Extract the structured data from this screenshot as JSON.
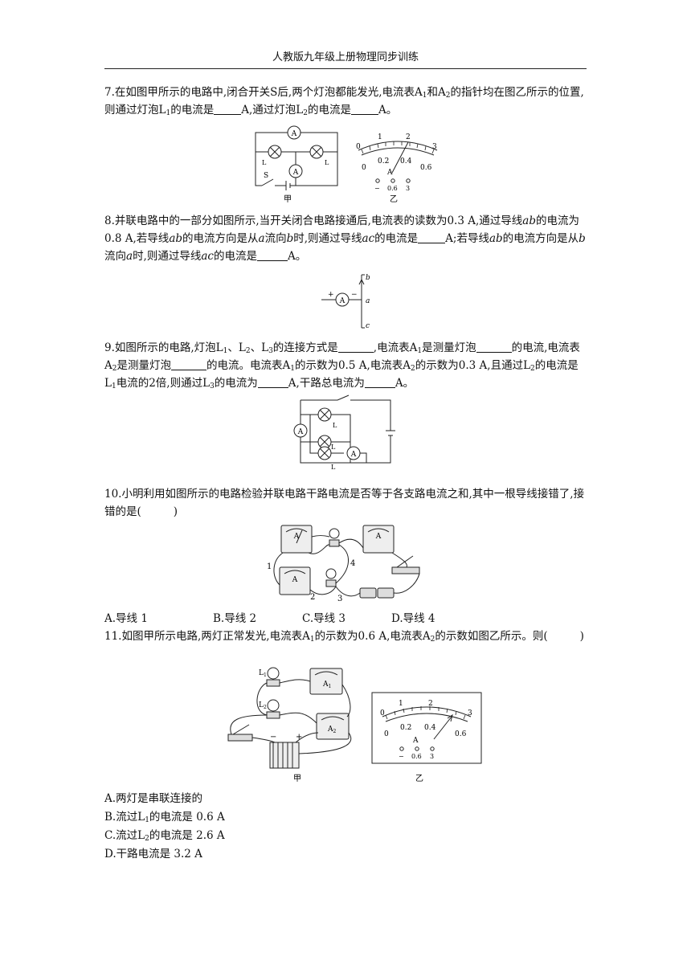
{
  "header": {
    "title": "人教版九年级上册物理同步训练"
  },
  "q7": {
    "num": "7.",
    "t1": "在如图甲所示的电路中,闭合开关S后,两个灯泡都能发光,电流表A",
    "t2": "和A",
    "t3": "的指针均在图乙所示的位置,则通过灯泡L",
    "t4": "的电流是",
    "t5": "A,通过灯泡L",
    "t6": "的电流是",
    "t7": "A。",
    "fig_jia": "甲",
    "fig_yi": "乙",
    "lbl_A1": "A",
    "lbl_A2": "A",
    "lbl_L1": "L",
    "lbl_L2": "L",
    "lbl_S": "S",
    "meter_ticks_top": [
      "0",
      "1",
      "2",
      "3"
    ],
    "meter_ticks_bottom": [
      "0",
      "0.2",
      "0.4",
      "0.6"
    ],
    "meter_unit": "A",
    "meter_terminals": [
      "−",
      "0.6",
      "3"
    ]
  },
  "q8": {
    "num": "8.",
    "t1": "并联电路中的一部分如图所示,当开关闭合电路接通后,电流表的读数为0.3 A,通过导线",
    "ab": "ab",
    "t2": "的电流为0.8 A,若导线",
    "t3": "的电流方向是从",
    "a": "a",
    "t4": "流向",
    "b": "b",
    "t5": "时,则通过导线",
    "ac": "ac",
    "t6": "的电流是",
    "t7": "A;若导线",
    "t8": "的电流方向是从",
    "t9": "流向",
    "t10": "时,则通过导线",
    "t11": "的电流是",
    "t12": "A。",
    "fig_plus": "+",
    "fig_minus": "−",
    "fig_A": "A",
    "fig_a": "a",
    "fig_b": "b",
    "fig_c": "c"
  },
  "q9": {
    "num": "9.",
    "t1": "如图所示的电路,灯泡L",
    "t2": "、L",
    "t3": "、L",
    "t4": "的连接方式是",
    "t5": ",电流表A",
    "t6": "是测量灯泡",
    "t7": "的电流,电流表A",
    "t8": "是测量灯泡",
    "t9": "的电流。电流表A",
    "t10": "的示数为0.5 A,电流表A",
    "t11": "的示数为0.3 A,且通过L",
    "t12": "的电流是L",
    "t13": "电流的2倍,则通过L",
    "t14": "的电流为",
    "t15": "A,干路总电流为",
    "t16": "A。",
    "fig_A": "A",
    "fig_L": "L"
  },
  "q10": {
    "num": "10.",
    "t1": "小明利用如图所示的电路检验并联电路干路电流是否等于各支路电流之和,其中一根导线接错了,接错的是(",
    "t2": ")",
    "wire_labels": [
      "1",
      "2",
      "3",
      "4"
    ],
    "meter_A": "A",
    "options": [
      "A.导线 1",
      "B.导线 2",
      "C.导线 3",
      "D.导线 4"
    ]
  },
  "q11": {
    "num": "11.",
    "t1": "如图甲所示电路,两灯正常发光,电流表A",
    "t2": "的示数为0.6 A,电流表A",
    "t3": "的示数如图乙所示。则(",
    "t4": ")",
    "fig_jia": "甲",
    "fig_yi": "乙",
    "lbl_L": "L",
    "lbl_A": "A",
    "lbl_minus": "−",
    "lbl_plus": "+",
    "meter_ticks_top": [
      "0",
      "1",
      "2",
      "3"
    ],
    "meter_ticks_bottom": [
      "0",
      "0.2",
      "0.4",
      "0.6"
    ],
    "meter_unit": "A",
    "meter_terminals": [
      "−",
      "0.6",
      "3"
    ],
    "options": [
      {
        "p1": "A.两灯是串联连接的"
      },
      {
        "p1": "B.流过L",
        "sub": "1",
        "p2": "的电流是 0.6 A"
      },
      {
        "p1": "C.流过L",
        "sub": "2",
        "p2": "的电流是 2.6 A"
      },
      {
        "p1": "D.干路电流是 3.2 A"
      }
    ]
  }
}
